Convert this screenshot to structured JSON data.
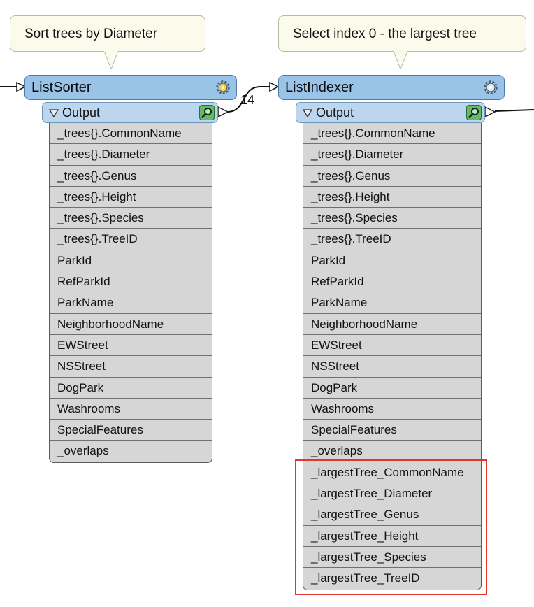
{
  "annotations": {
    "left": "Sort trees by Diameter",
    "right": "Select index 0 - the largest tree"
  },
  "connection_count": "14",
  "transformers": {
    "list_sorter": {
      "name": "ListSorter",
      "port_label": "Output",
      "attributes": [
        "_trees{}.CommonName",
        "_trees{}.Diameter",
        "_trees{}.Genus",
        "_trees{}.Height",
        "_trees{}.Species",
        "_trees{}.TreeID",
        "ParkId",
        "RefParkId",
        "ParkName",
        "NeighborhoodName",
        "EWStreet",
        "NSStreet",
        "DogPark",
        "Washrooms",
        "SpecialFeatures",
        "_overlaps"
      ]
    },
    "list_indexer": {
      "name": "ListIndexer",
      "port_label": "Output",
      "attributes": [
        "_trees{}.CommonName",
        "_trees{}.Diameter",
        "_trees{}.Genus",
        "_trees{}.Height",
        "_trees{}.Species",
        "_trees{}.TreeID",
        "ParkId",
        "RefParkId",
        "ParkName",
        "NeighborhoodName",
        "EWStreet",
        "NSStreet",
        "DogPark",
        "Washrooms",
        "SpecialFeatures",
        "_overlaps",
        "_largestTree_CommonName",
        "_largestTree_Diameter",
        "_largestTree_Genus",
        "_largestTree_Height",
        "_largestTree_Species",
        "_largestTree_TreeID"
      ]
    }
  },
  "icons": {
    "settings": "gear-icon",
    "inspect": "magnifier-icon",
    "collapse": "triangle-down-icon"
  },
  "colors": {
    "transformer_header": "#99c4e8",
    "port_bar": "#bcd6ef",
    "attribute_row": "#d6d6d6",
    "annotation": "#fbfbeb",
    "highlight": "#e0382b",
    "inspect_button": "#66b86a"
  }
}
